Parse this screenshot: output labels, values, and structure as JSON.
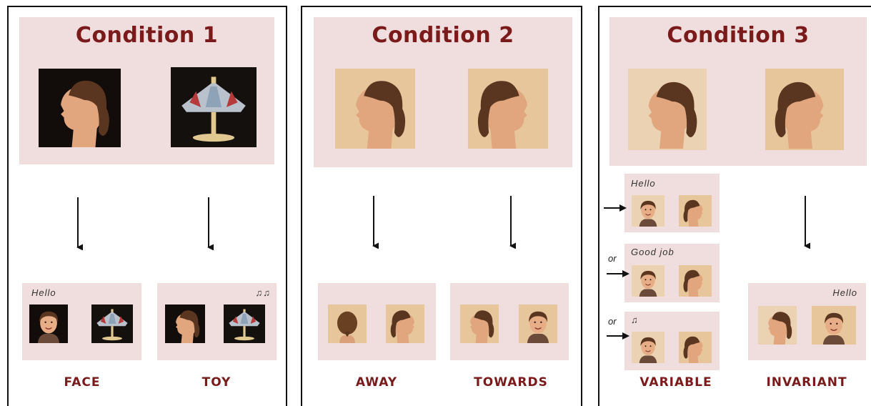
{
  "panels": [
    {
      "title": "Condition 1",
      "labels": [
        "FACE",
        "TOY"
      ],
      "caption_left": "Hello",
      "caption_right": "♫♫"
    },
    {
      "title": "Condition 2",
      "labels": [
        "AWAY",
        "TOWARDS"
      ]
    },
    {
      "title": "Condition 3",
      "labels": [
        "VARIABLE",
        "INVARIANT"
      ],
      "variable_captions": [
        "Hello",
        "Good job",
        "♫"
      ],
      "or_label": "or",
      "invariant_caption": "Hello"
    }
  ],
  "colors": {
    "title": "#7a1a1a",
    "box": "#f0dede",
    "skin": "#e8b48c",
    "hair": "#5a3520",
    "dark_bg": "#120c0a",
    "warm_bg": "#e6c69a"
  }
}
